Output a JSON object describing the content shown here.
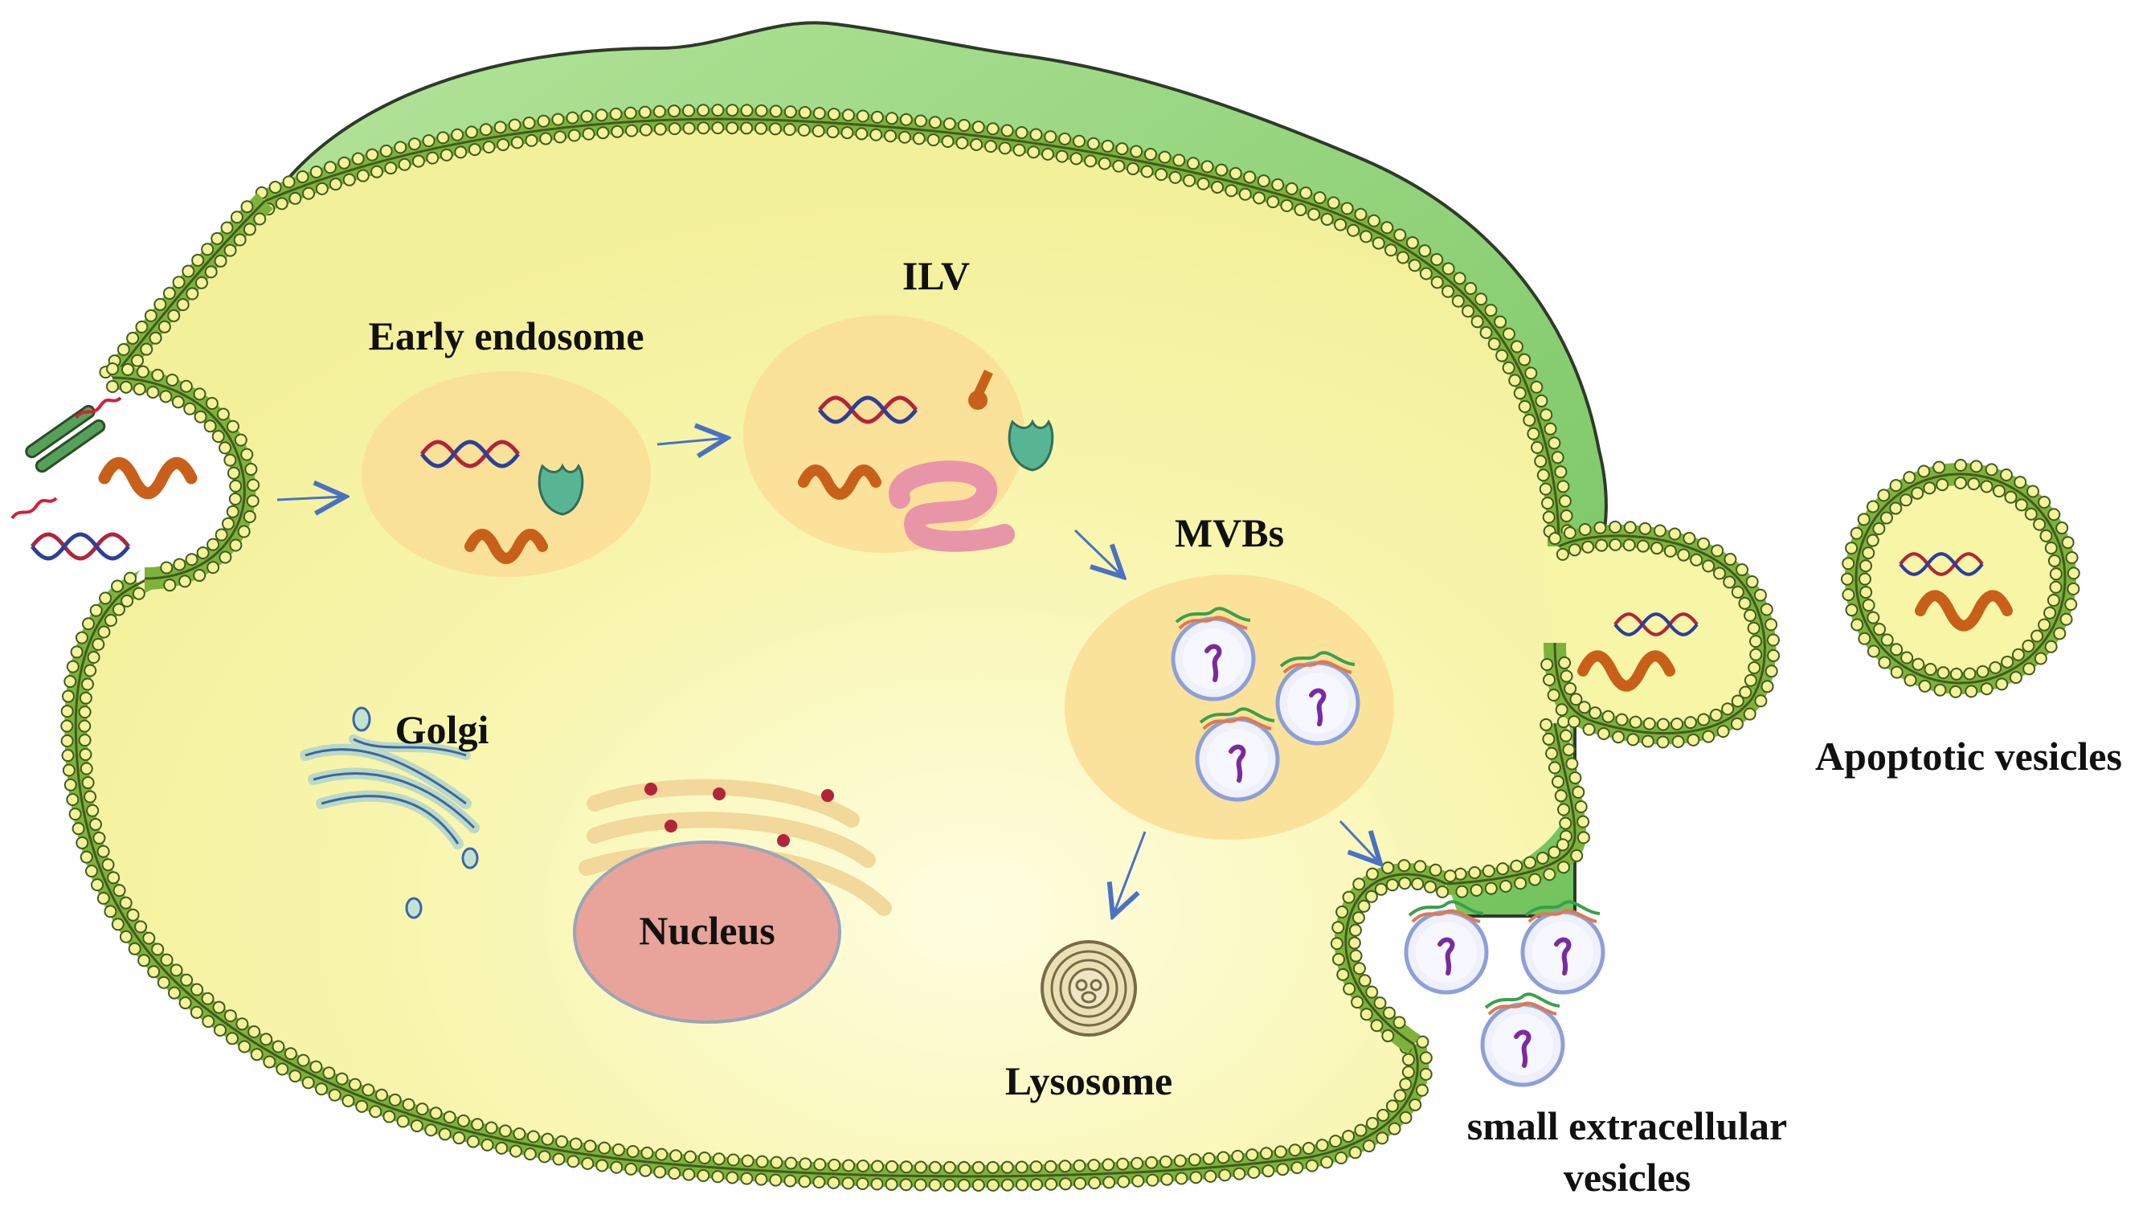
{
  "labels": {
    "early_endosome": "Early endosome",
    "ilv": "ILV",
    "mvbs": "MVBs",
    "golgi": "Golgi",
    "nucleus": "Nucleus",
    "lysosome": "Lysosome",
    "apoptotic_vesicles": "Apoptotic vesicles",
    "sev_line1": "small extracellular",
    "sev_line2": "vesicles"
  },
  "colors": {
    "cytoplasm": "#f7f5a6",
    "cell_green": "#8fd07a",
    "membrane_bead": "#f6f29a",
    "membrane_line": "#3e5c1e",
    "organelle": "#fbdf97",
    "nucleus": "#e8a49a",
    "mrna": "#c8601a",
    "dna_red": "#b2243a",
    "dna_blue": "#2d3f98",
    "protein_teal": "#58b594",
    "arrow": "#4a72c2"
  }
}
